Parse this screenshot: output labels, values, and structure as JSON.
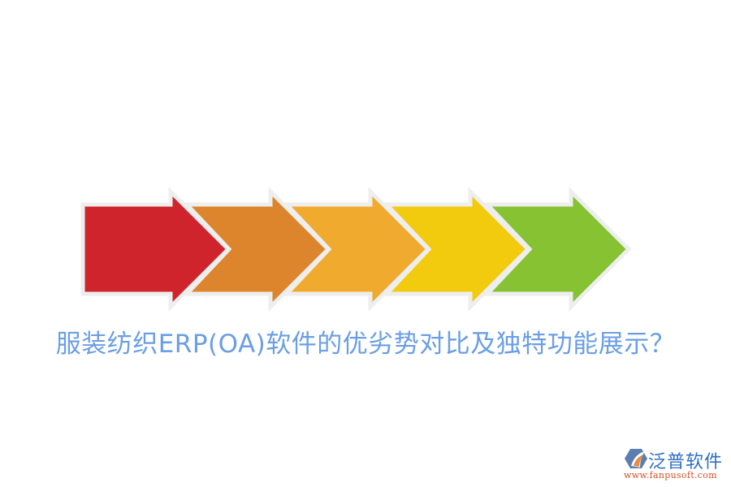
{
  "diagram": {
    "type": "chevron-process-arrows",
    "arrows": [
      {
        "index": 1,
        "color": "#cf242c"
      },
      {
        "index": 2,
        "color": "#dd852c"
      },
      {
        "index": 3,
        "color": "#f0aa2e"
      },
      {
        "index": 4,
        "color": "#f2cb0e"
      },
      {
        "index": 5,
        "color": "#86c232"
      }
    ],
    "outline_color": "#eeeeee"
  },
  "title": {
    "text": "服装纺织ERP(OA)软件的优劣势对比及独特功能展示？",
    "color": "#6a9ee6"
  },
  "watermark": {
    "name": "泛普软件",
    "url": "www.fanpusoft.com",
    "icon": "fanpu-logo-icon"
  }
}
